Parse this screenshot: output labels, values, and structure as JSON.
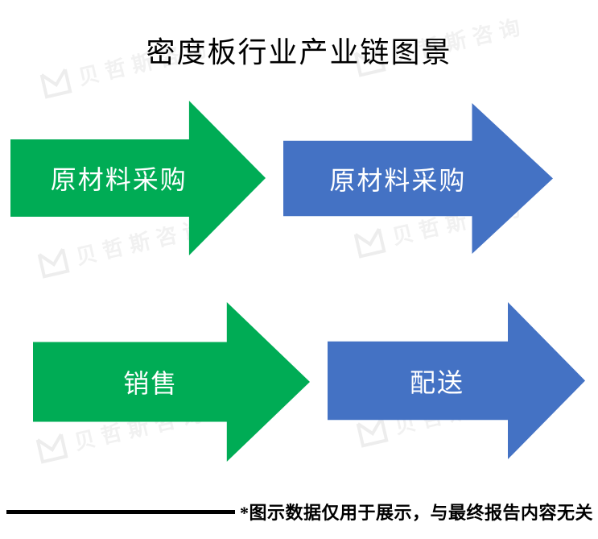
{
  "title": "密度板行业产业链图景",
  "colors": {
    "green": "#00AC55",
    "blue": "#4472C4"
  },
  "arrows": [
    {
      "label": "原材料采购",
      "color": "green"
    },
    {
      "label": "原材料采购",
      "color": "blue"
    },
    {
      "label": "销售",
      "color": "green"
    },
    {
      "label": "配送",
      "color": "blue"
    }
  ],
  "footnote": "*图示数据仅用于展示，与最终报告内容无关",
  "watermark": {
    "text": "贝哲斯咨询",
    "logo": "m-frame-logo"
  }
}
